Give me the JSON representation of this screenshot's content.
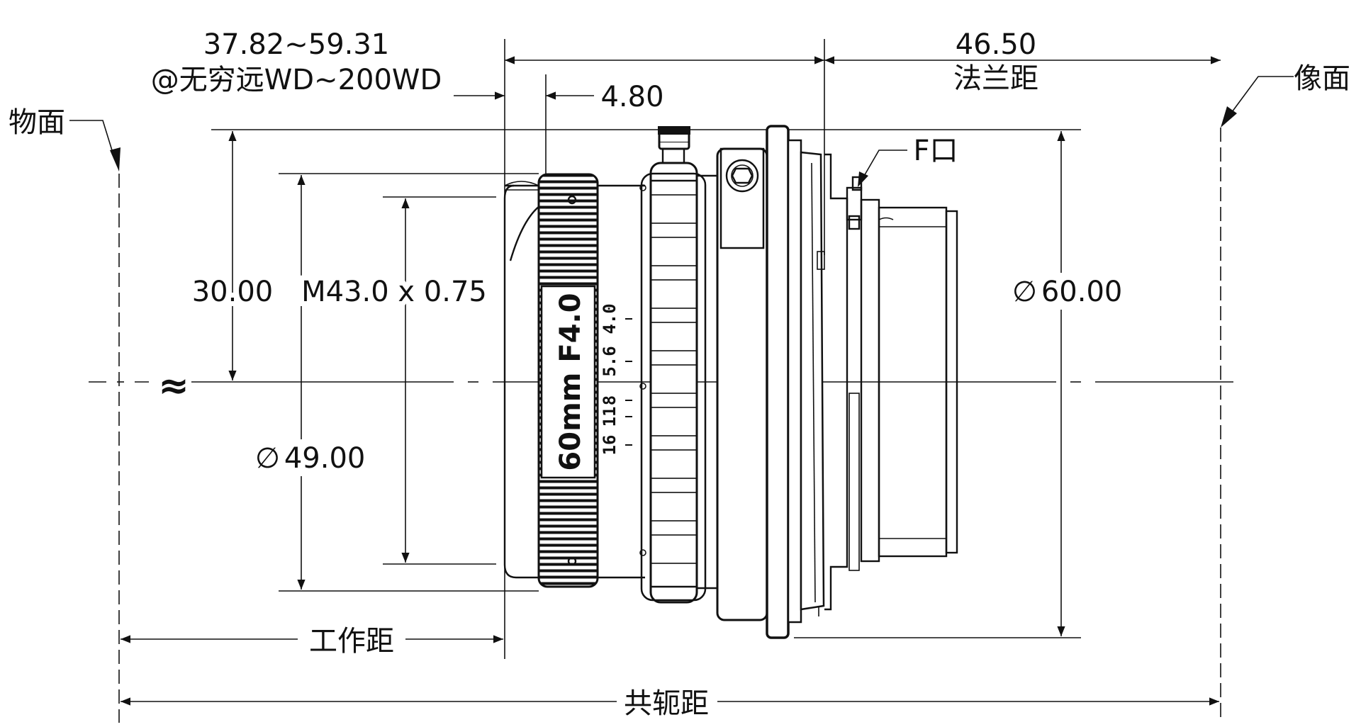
{
  "drawing": {
    "dimensions": {
      "working_distance_range": "37.82~59.31",
      "working_distance_condition": "@无穷远WD~200WD",
      "front_offset": "4.80",
      "flange_distance_value": "46.50",
      "flange_distance_label": "法兰距",
      "front_height": "30.00",
      "filter_thread": "M43.0 x 0.75",
      "front_diameter": "49.00",
      "body_diameter": "60.00",
      "diameter_symbol": "∅",
      "working_distance_label": "工作距",
      "conjugate_distance_label": "共轭距"
    },
    "labels": {
      "object_plane": "物面",
      "image_plane": "像面",
      "mount": "F口",
      "break_symbol": "≈"
    },
    "lens_markings": {
      "model": "60mm F4.0",
      "aperture_scale": [
        "16",
        "11",
        "8",
        "5.6",
        "4.0"
      ]
    }
  }
}
